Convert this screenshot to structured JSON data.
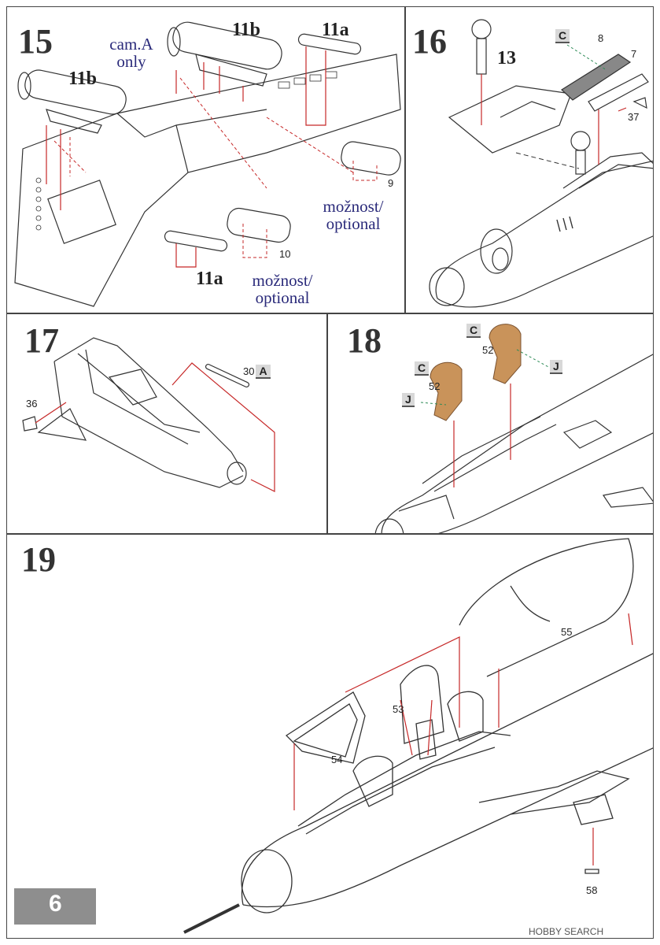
{
  "page": {
    "number": "6",
    "watermark": "HOBBY SEARCH"
  },
  "step15": {
    "number": "15",
    "labels": {
      "part_11b_right": "11b",
      "part_11a_top": "11a",
      "part_11b_left": "11b",
      "part_11a_bottom": "11a",
      "part_9": "9",
      "part_10": "10"
    },
    "note_cam": {
      "line1": "cam.A",
      "line2": "only"
    },
    "note_optional_1": {
      "line1": "možnost/",
      "line2": "optional"
    },
    "note_optional_2": {
      "line1": "možnost/",
      "line2": "optional"
    }
  },
  "step16": {
    "number": "16",
    "labels": {
      "part_13": "13",
      "part_8": "8",
      "part_7": "7",
      "part_37": "37",
      "color_c": "C"
    }
  },
  "step17": {
    "number": "17",
    "labels": {
      "part_36": "36",
      "part_30": "30",
      "color_a": "A"
    }
  },
  "step18": {
    "number": "18",
    "labels": {
      "part_52_left": "52",
      "part_52_right": "52",
      "color_c_left": "C",
      "color_c_right": "C",
      "color_j_left": "J",
      "color_j_right": "J"
    },
    "seat_color": "#c9935a"
  },
  "step19": {
    "number": "19",
    "labels": {
      "part_55": "55",
      "part_53": "53",
      "part_54": "54",
      "part_58": "58"
    }
  },
  "colors": {
    "arrow": "#c62828",
    "line": "#333333",
    "dash_green": "#2e8b57"
  }
}
